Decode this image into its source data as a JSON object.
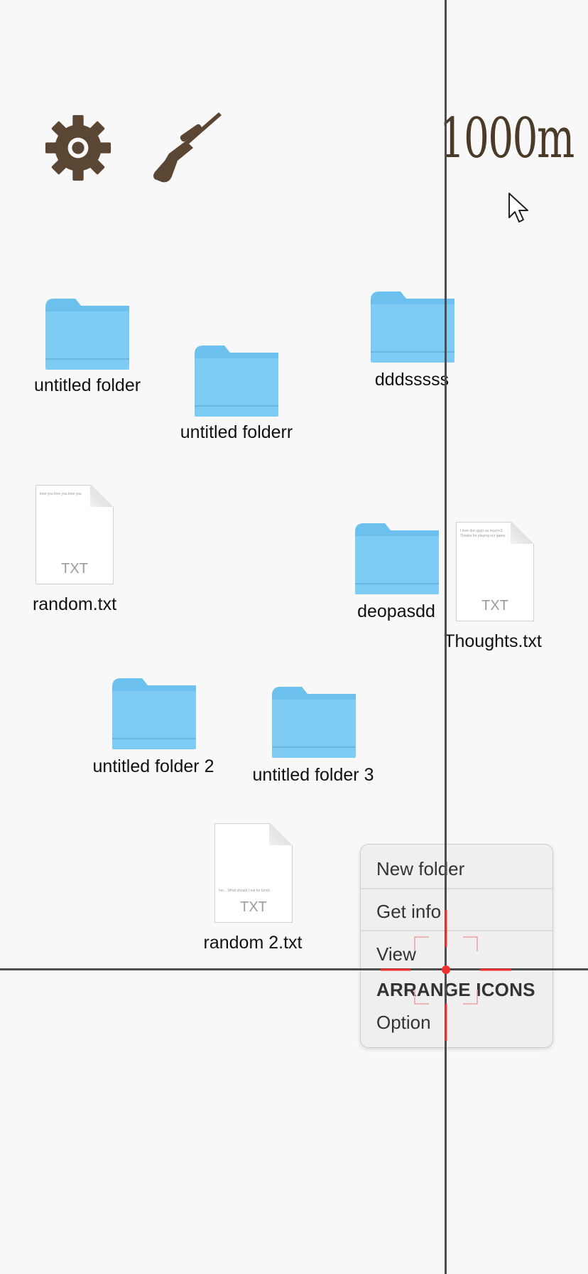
{
  "hud": {
    "distance": "1000m",
    "settings_icon": "gear-icon",
    "weapon_icon": "sniper-rifle-icon",
    "colors": {
      "hud": "#5a4632",
      "folder": "#7ec8f1",
      "reticle": "#ee3030",
      "crosshair": "#4d4d4d"
    }
  },
  "desktop": {
    "folders": [
      {
        "label": "untitled folder"
      },
      {
        "label": "untitled folderr"
      },
      {
        "label": "dddsssss"
      },
      {
        "label": "deopasdd"
      },
      {
        "label": "untitled folder 2"
      },
      {
        "label": "untitled folder 3"
      }
    ],
    "files": [
      {
        "label": "random.txt",
        "type": "TXT",
        "preview": "love you love you love you"
      },
      {
        "label": "Thoughts.txt",
        "type": "TXT",
        "preview": "I love doo guys so much<3 Thanks for playing our game"
      },
      {
        "label": "random 2.txt",
        "type": "TXT",
        "preview": "hm... What should I eat for lunch"
      }
    ]
  },
  "context_menu": {
    "items": [
      "New folder",
      "Get info",
      "View",
      "ARRANGE ICONS",
      "Option"
    ]
  }
}
